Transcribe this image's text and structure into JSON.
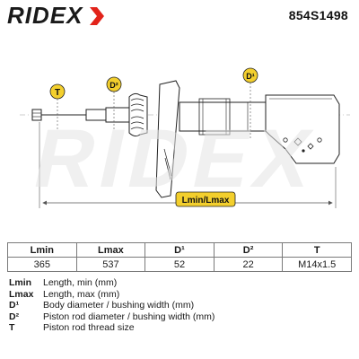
{
  "brand": "RIDEX",
  "part_number": "854S1498",
  "drawing": {
    "callout_t": "T",
    "callout_d2": "D²",
    "callout_d1": "D¹",
    "dimension_label": "Lmin/Lmax"
  },
  "specs_table": {
    "headers": [
      "Lmin",
      "Lmax",
      "D¹",
      "D²",
      "T"
    ],
    "values": [
      "365",
      "537",
      "52",
      "22",
      "M14x1.5"
    ]
  },
  "legend": [
    {
      "code": "Lmin",
      "desc": "Length, min (mm)"
    },
    {
      "code": "Lmax",
      "desc": "Length, max (mm)"
    },
    {
      "code": "D¹",
      "desc": "Body diameter / bushing width (mm)"
    },
    {
      "code": "D²",
      "desc": "Piston rod diameter / bushing width (mm)"
    },
    {
      "code": "T",
      "desc": "Piston rod thread size"
    }
  ],
  "colors": {
    "brand_red": "#e2231a",
    "brand_dark": "#1a1a1a",
    "watermark": "#e4e4e4",
    "dimension_line": "#555555"
  }
}
